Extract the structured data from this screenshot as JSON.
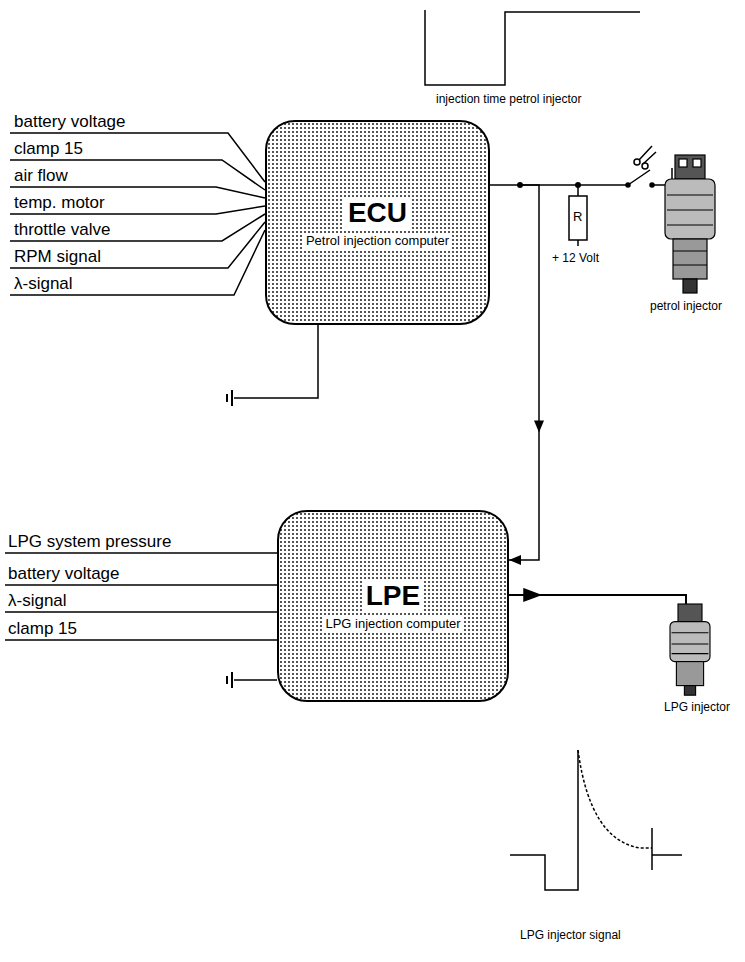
{
  "diagram": {
    "nodes": [
      {
        "text": [
          "ECU",
          "Petrol injection computer"
        ]
      },
      {
        "text": [
          "LPE",
          "LPG injection computer"
        ]
      }
    ],
    "edges": [
      {
        "from": 0,
        "to": 1,
        "arrow": "to"
      }
    ],
    "labels": [
      "injection time petrol injector",
      "battery voltage",
      "clamp 15",
      "air flow",
      "temp. motor",
      "throttle valve",
      "RPM signal",
      "λ-signal",
      "R",
      "+ 12 Volt",
      "petrol injector",
      "LPG system pressure",
      "battery voltage",
      "λ-signal",
      "clamp 15",
      "LPG injector",
      "LPG injector signal"
    ]
  }
}
